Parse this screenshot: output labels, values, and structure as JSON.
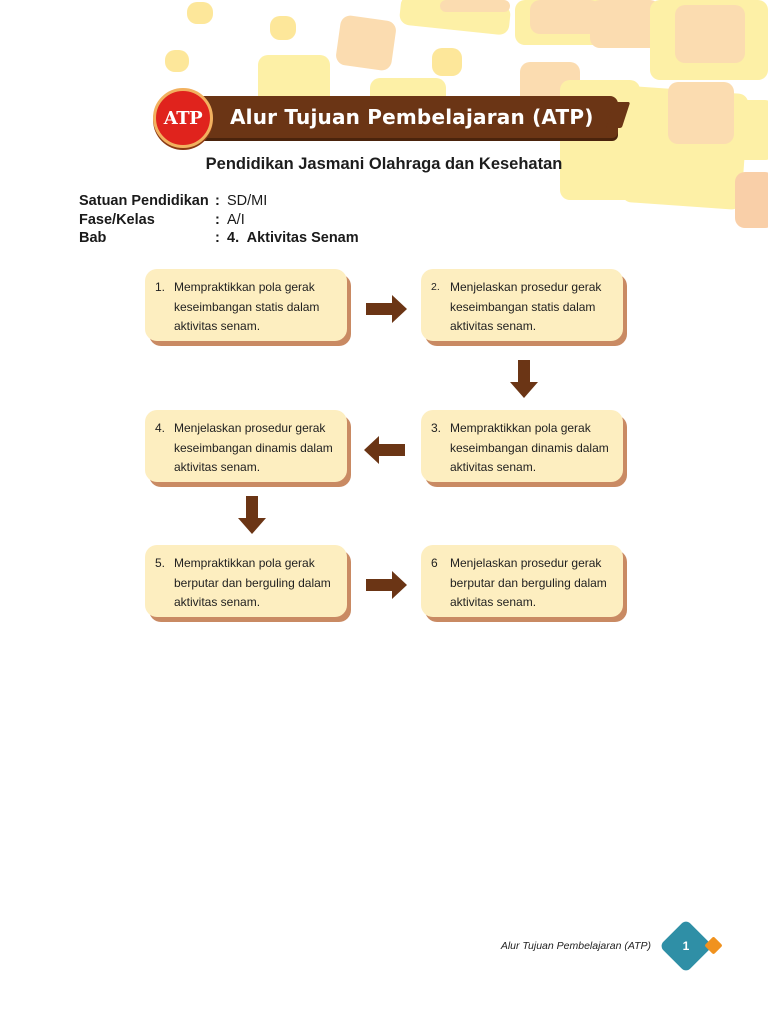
{
  "header": {
    "badge": "ATP",
    "title": "Alur Tujuan Pembelajaran (ATP)"
  },
  "subject": "Pendidikan Jasmani Olahraga dan Kesehatan",
  "meta": [
    {
      "label": "Satuan Pendidikan",
      "colon": ":",
      "value": "SD/MI"
    },
    {
      "label": "Fase/Kelas",
      "colon": ":",
      "value": "A/I"
    },
    {
      "label": "Bab",
      "colon": ":",
      "value": "4.  Aktivitas Senam"
    }
  ],
  "flow": [
    {
      "num": "1.",
      "text": "Mempraktikkan pola gerak keseimbangan statis dalam aktivitas senam."
    },
    {
      "num": "2.",
      "text": "Menjelaskan prosedur gerak keseimbangan statis dalam aktivitas senam."
    },
    {
      "num": "3.",
      "text": "Mempraktikkan pola gerak keseimbangan dinamis dalam aktivitas senam."
    },
    {
      "num": "4.",
      "text": "Menjelaskan prosedur gerak keseimbangan dinamis dalam aktivitas senam."
    },
    {
      "num": "5.",
      "text": "Mempraktikkan pola gerak berputar dan berguling dalam aktivitas senam."
    },
    {
      "num": "6",
      "text": "Menjelaskan prosedur gerak berputar dan berguling dalam aktivitas senam."
    }
  ],
  "colors": {
    "banner": "#6b3515",
    "badge": "#e0231d",
    "box_fill": "#fdeec0",
    "box_shadow": "#c98a63",
    "arrow": "#6b3515",
    "page_diamond": "#2f8fa6",
    "accent_diamond": "#f0921e"
  },
  "footer": {
    "text": "Alur Tujuan Pembelajaran (ATP)",
    "page": "1"
  }
}
